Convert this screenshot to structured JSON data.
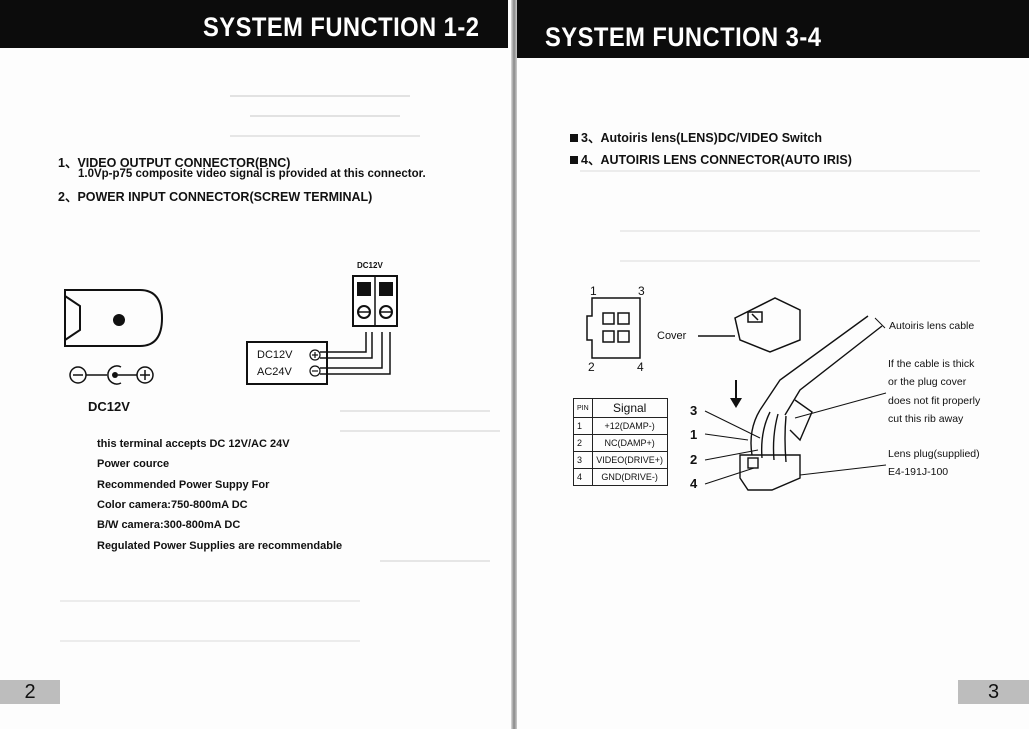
{
  "left_page": {
    "header_title": "SYSTEM FUNCTION 1-2",
    "items": {
      "item1": "1、VIDEO OUTPUT CONNECTOR(BNC)",
      "item1_sub": "1.0Vp-p75    composite video signal is provided at this connector.",
      "item2": "2、POWER INPUT CONNECTOR(SCREW TERMINAL)"
    },
    "diagram": {
      "terminal_top_label": "DC12V",
      "box_line1": "DC12V",
      "box_line2": "AC24V",
      "jack_label": "DC12V",
      "plus": "+",
      "minus": "−"
    },
    "specs": [
      "this terminal accepts DC 12V/AC 24V",
      "Power cource",
      "Recommended Power Suppy For",
      "Color camera:750-800mA DC",
      "B/W camera:300-800mA DC",
      "Regulated Power Supplies are recommendable"
    ],
    "page_number": "2"
  },
  "right_page": {
    "header_title": "SYSTEM FUNCTION 3-4",
    "items": {
      "item3": "3、Autoiris lens(LENS)DC/VIDEO Switch",
      "item4": "4、AUTOIRIS LENS CONNECTOR(AUTO IRIS)"
    },
    "connector": {
      "corner_1": "1",
      "corner_3": "3",
      "corner_2": "2",
      "corner_4": "4",
      "cover_label": "Cover"
    },
    "pin_table": {
      "headers": [
        "PIN",
        "Signal"
      ],
      "rows": [
        [
          "1",
          "+12(DAMP-)"
        ],
        [
          "2",
          "NC(DAMP+)"
        ],
        [
          "3",
          "VIDEO(DRIVE+)"
        ],
        [
          "4",
          "GND(DRIVE-)"
        ]
      ]
    },
    "wire_numbers": [
      "3",
      "1",
      "2",
      "4"
    ],
    "annotations": {
      "cable": "Autoiris lens cable",
      "thick_1": "If the cable is thick",
      "thick_2": "or the plug cover",
      "thick_3": "does not fit properly",
      "thick_4": "cut this rib away",
      "plug_1": "Lens plug(supplied)",
      "plug_2": "E4-191J-100"
    },
    "page_number": "3"
  },
  "colors": {
    "header_bg": "#0c0c0c",
    "header_text": "#ffffff",
    "page_number_bg": "#bdbdbd"
  }
}
